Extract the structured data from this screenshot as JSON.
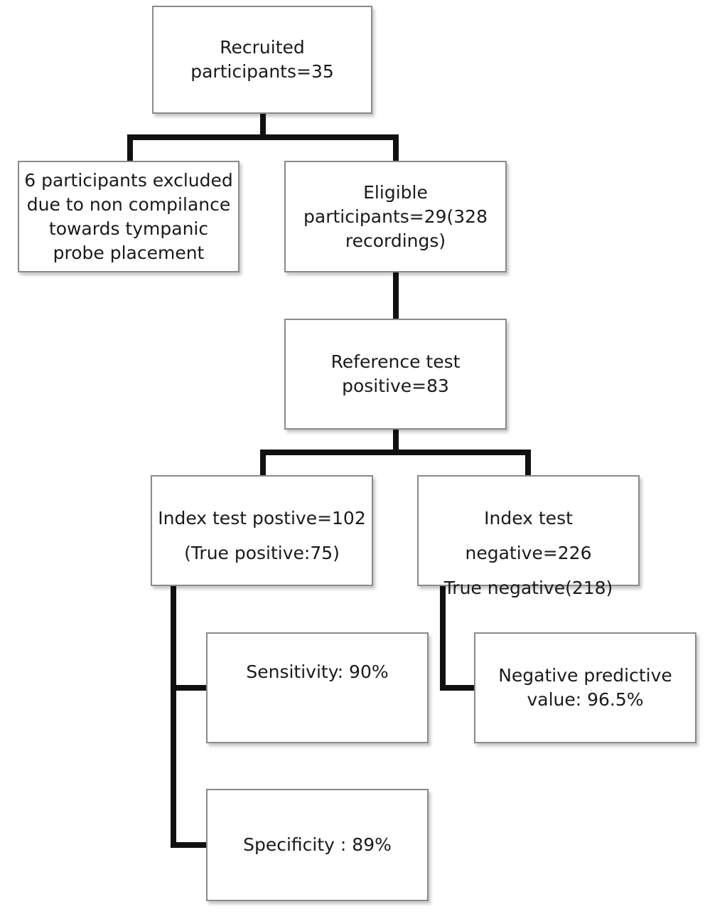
{
  "flowchart": {
    "recruited": {
      "line1": "Recruited",
      "line2": "participants=35"
    },
    "excluded": {
      "line1": "6 participants excluded",
      "line2": "due to non compilance",
      "line3": "towards tympanic",
      "line4": "probe placement"
    },
    "eligible": {
      "line1": "Eligible",
      "line2": "participants=29(328",
      "line3": "recordings)"
    },
    "reference": {
      "line1": "Reference test",
      "line2": "positive=83"
    },
    "index_positive": {
      "line1": "Index test postive=102",
      "line2": "(True positive:75)"
    },
    "index_negative": {
      "line1": "Index test negative=226",
      "line2": "True negative(218)"
    },
    "sensitivity": {
      "line1": "Sensitivity: 90%"
    },
    "npv": {
      "line1": "Negative predictive",
      "line2": "value: 96.5%"
    },
    "specificity": {
      "line1": "Specificity : 89%"
    }
  },
  "colors": {
    "connector": "#111111",
    "box_border": "#8a8a8a",
    "text": "#1a1a1a"
  }
}
